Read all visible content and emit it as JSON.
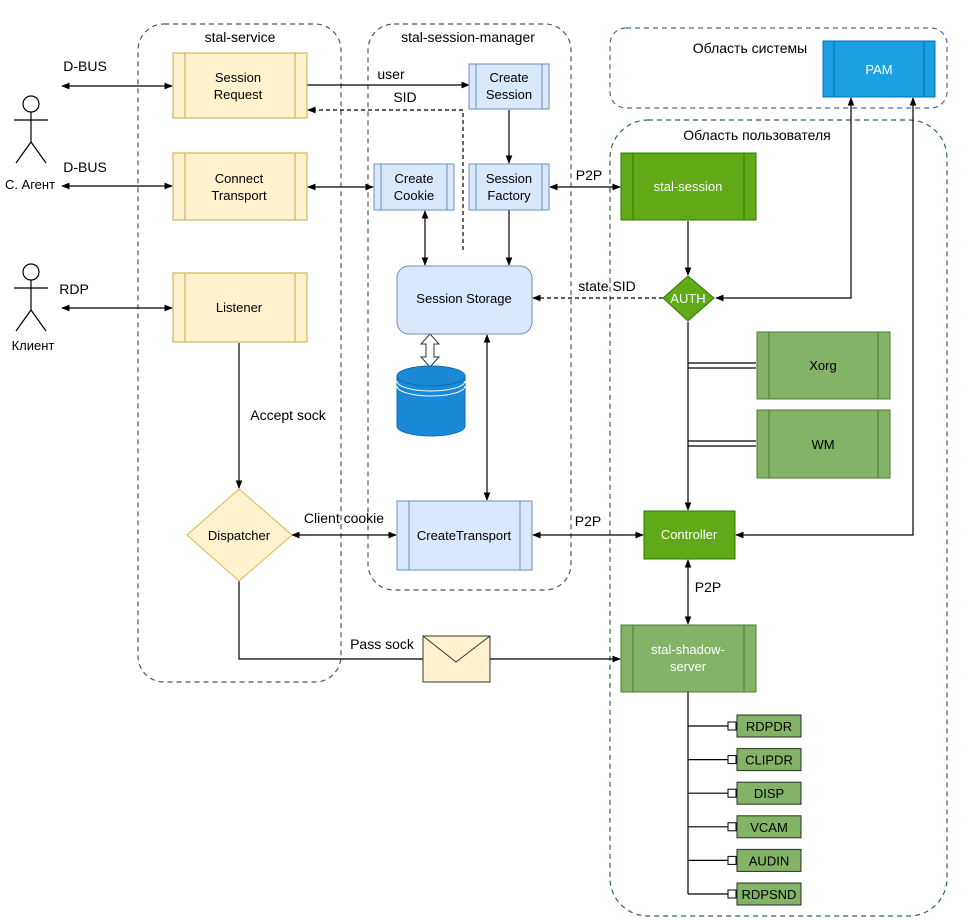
{
  "colors": {
    "yellow_fill": "#fff2cc",
    "yellow_stroke": "#c9a64a",
    "blue_fill": "#dae8fc",
    "blue_stroke": "#6c8ebf",
    "green_dark": "#60a917",
    "green_dark_stroke": "#2d7600",
    "green_light": "#82b366",
    "green_light_stroke": "#4f7a30",
    "pam_fill": "#1ba1e2",
    "pam_stroke": "#006eaf",
    "db_fill": "#1b8ad6",
    "dispatcher_fill": "#fff2cc",
    "dispatcher_stroke": "#d6b656",
    "line": "#000000",
    "dash_container": "#555555",
    "dash_green": "#2f6b3b",
    "dash_blue": "#4a6b96"
  },
  "containers": {
    "service": "stal-service",
    "manager": "stal-session-manager",
    "system": "Область системы",
    "user": "Область пользователя"
  },
  "actors": {
    "agent": "С. Агент",
    "client": "Клиент"
  },
  "nodes": {
    "session_request": [
      "Session",
      "Request"
    ],
    "connect_transport": [
      "Connect",
      "Transport"
    ],
    "listener": "Listener",
    "dispatcher": "Dispatcher",
    "create_session": [
      "Create",
      "Session"
    ],
    "create_cookie": [
      "Create",
      "Cookie"
    ],
    "session_factory": [
      "Session",
      "Factory"
    ],
    "session_storage": "Session Storage",
    "create_transport": "CreateTransport",
    "stal_session": "stal-session",
    "auth": "AUTH",
    "xorg": "Xorg",
    "wm": "WM",
    "controller": "Controller",
    "shadow_server": [
      "stal-shadow-",
      "server"
    ],
    "pam": "PAM"
  },
  "channels": [
    "RDPDR",
    "CLIPDR",
    "DISP",
    "VCAM",
    "AUDIN",
    "RDPSND"
  ],
  "edge_labels": {
    "dbus1": "D-BUS",
    "dbus2": "D-BUS",
    "rdp": "RDP",
    "user": "user",
    "sid": "SID",
    "p2p_session": "P2P",
    "state_sid": "state SID",
    "accept_sock": "Accept sock",
    "client_cookie": "Client cookie",
    "p2p_controller": "P2P",
    "p2p_shadow": "P2P",
    "pass_sock": "Pass sock"
  }
}
